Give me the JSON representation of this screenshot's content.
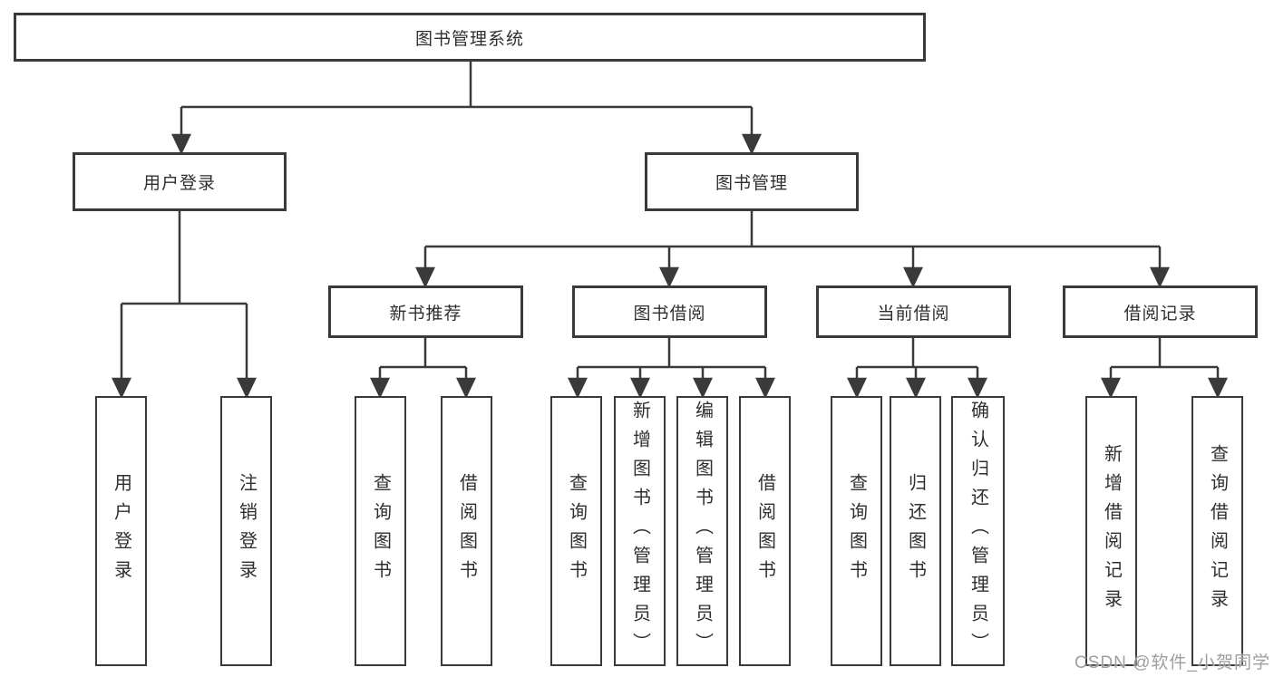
{
  "tree": {
    "label": "图书管理系统",
    "children": [
      {
        "label": "用户登录",
        "children": [
          {
            "label": "用户登录"
          },
          {
            "label": "注销登录"
          }
        ]
      },
      {
        "label": "图书管理",
        "children": [
          {
            "label": "新书推荐",
            "children": [
              {
                "label": "查询图书"
              },
              {
                "label": "借阅图书"
              }
            ]
          },
          {
            "label": "图书借阅",
            "children": [
              {
                "label": "查询图书"
              },
              {
                "label": "新增图书（管理员）"
              },
              {
                "label": "编辑图书（管理员）"
              },
              {
                "label": "借阅图书"
              }
            ]
          },
          {
            "label": "当前借阅",
            "children": [
              {
                "label": "查询图书"
              },
              {
                "label": "归还图书"
              },
              {
                "label": "确认归还（管理员）"
              }
            ]
          },
          {
            "label": "借阅记录",
            "children": [
              {
                "label": "新增借阅记录"
              },
              {
                "label": "查询借阅记录"
              }
            ]
          }
        ]
      }
    ]
  },
  "watermark": {
    "text": "CSDN @软件_小贺同学"
  },
  "colors": {
    "line": "#3a3a3a",
    "box_border": "#3a3a3a",
    "text": "#2f2f2f",
    "background": "#ffffff",
    "watermark": "#9e9e9e"
  }
}
